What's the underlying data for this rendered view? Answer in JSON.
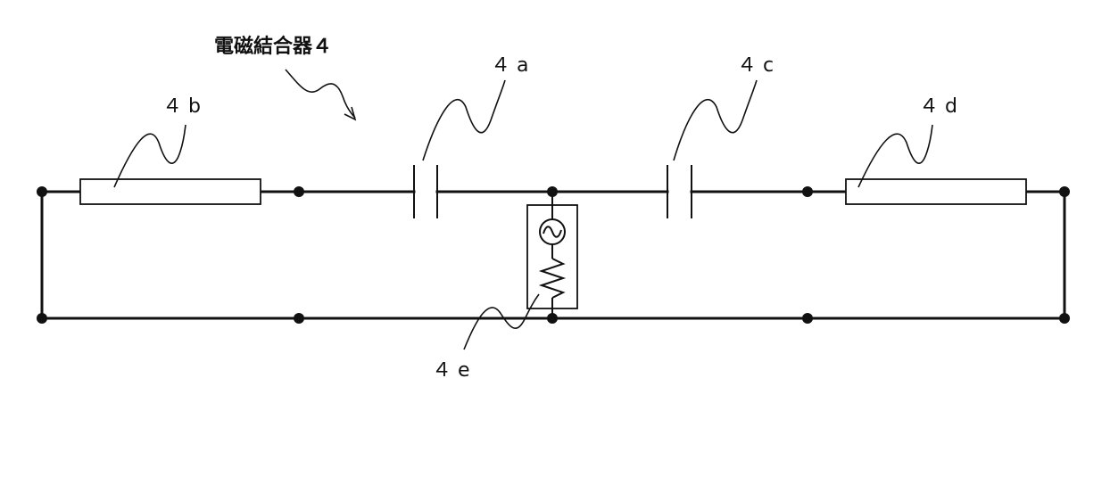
{
  "diagram": {
    "title": "電磁結合器４",
    "labels": {
      "capacitor_a": "４ a",
      "resistor_b": "４ b",
      "capacitor_c": "４ c",
      "resistor_d": "４ d",
      "source_e": "４ e"
    }
  }
}
